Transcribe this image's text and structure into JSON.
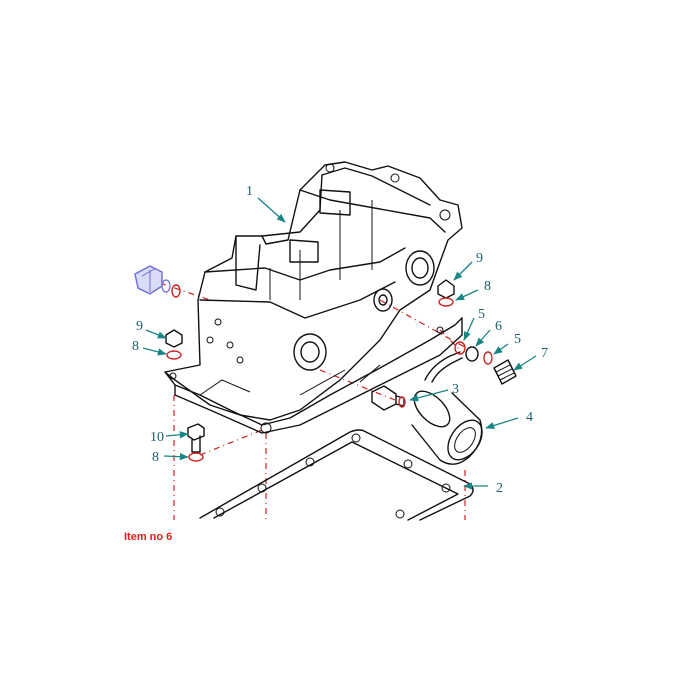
{
  "caption": "Item no 6",
  "callouts": {
    "c1": "1",
    "c2": "2",
    "c3": "3",
    "c4": "4",
    "c5a": "5",
    "c5b": "5",
    "c6": "6",
    "c7": "7",
    "c8a": "8",
    "c8b": "8",
    "c8c": "8",
    "c9a": "9",
    "c9b": "9",
    "c10": "10"
  },
  "colors": {
    "callout_text": "#1e5f6c",
    "leader_arrow": "#1a8585",
    "assembly_line": "#cc2222",
    "caption": "#e0201c",
    "highlighted_part": "#6b6bd6"
  }
}
